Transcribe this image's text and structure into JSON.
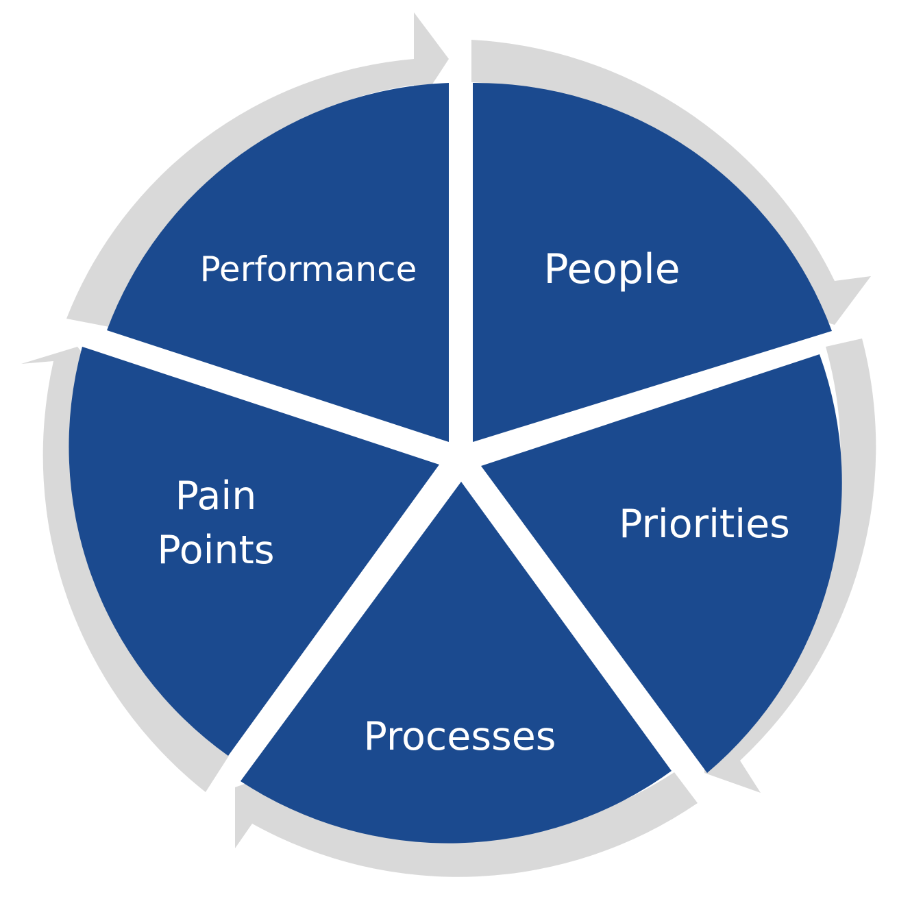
{
  "diagram": {
    "type": "cycle",
    "colors": {
      "segment_fill": "#1b4a8f",
      "ring": "#d9d9d9",
      "label_text": "#ffffff",
      "background": "#ffffff"
    },
    "segments": [
      {
        "id": "people",
        "label": "People"
      },
      {
        "id": "priorities",
        "label": "Priorities"
      },
      {
        "id": "processes",
        "label": "Processes"
      },
      {
        "id": "pain-points",
        "label_line1": "Pain",
        "label_line2": "Points"
      },
      {
        "id": "performance",
        "label": "Performance"
      }
    ],
    "flow": "clockwise"
  }
}
